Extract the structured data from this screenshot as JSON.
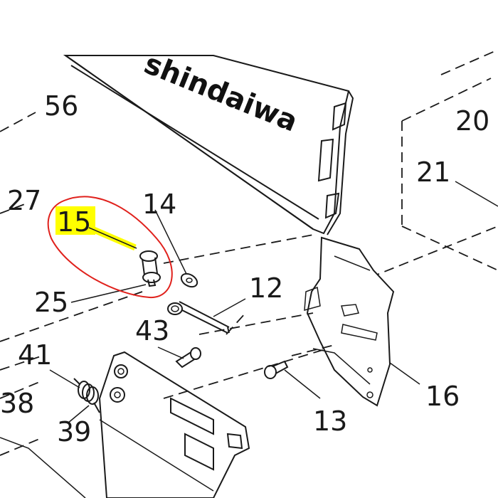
{
  "brand": {
    "text": "shindaiwa"
  },
  "parts": [
    {
      "id": "56",
      "label": "56"
    },
    {
      "id": "27",
      "label": "27"
    },
    {
      "id": "15",
      "label": "15"
    },
    {
      "id": "14",
      "label": "14"
    },
    {
      "id": "25",
      "label": "25"
    },
    {
      "id": "12",
      "label": "12"
    },
    {
      "id": "43",
      "label": "43"
    },
    {
      "id": "41",
      "label": "41"
    },
    {
      "id": "38",
      "label": "38"
    },
    {
      "id": "39",
      "label": "39"
    },
    {
      "id": "13",
      "label": "13"
    },
    {
      "id": "16",
      "label": "16"
    },
    {
      "id": "20",
      "label": "20"
    },
    {
      "id": "21",
      "label": "21"
    }
  ],
  "highlight": {
    "part": "15",
    "highlight_color": "#ffff00",
    "circle_color": "#e0211c"
  },
  "colors": {
    "ink": "#1a1a1a",
    "background": "#ffffff"
  }
}
